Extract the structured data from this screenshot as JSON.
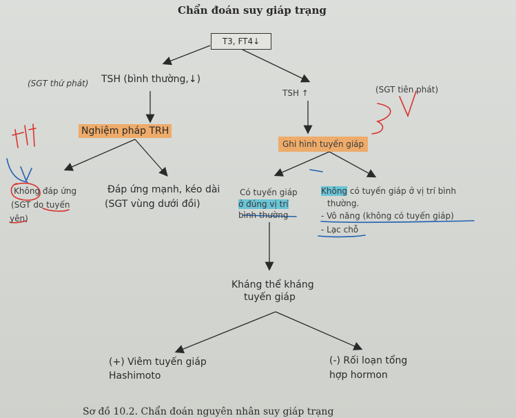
{
  "title": "Chẩn đoán suy giáp trạng",
  "start_node": "T3, FT4↓",
  "left_branch": {
    "tag": "(SGT thứ phát)",
    "label": "TSH (bình thường,↓)"
  },
  "right_branch": {
    "label": "TSH ↑",
    "tag": "(SGT tiên phát)"
  },
  "trh_test": "Nghiệm pháp TRH",
  "trh_outcomes": {
    "no_response": [
      "Không đáp ứng",
      "(SGT do tuyến",
      "yên)"
    ],
    "strong_response": [
      "Đáp ứng mạnh, kéo dài",
      "(SGT vùng dưới đồi)"
    ]
  },
  "imaging": "Ghi hình tuyến giáp",
  "imaging_outcomes": {
    "normal_position": [
      "Có tuyến giáp",
      "ở đúng vị trí",
      "bình thường"
    ],
    "abnormal": {
      "line1_a": "Không",
      "line1_b": " có tuyến giáp ở vị trí bình",
      "line2": "thường.",
      "line3": "- Vô năng (không có tuyến giáp)",
      "line4": "- Lạc chỗ"
    }
  },
  "antibody": [
    "Kháng thể kháng",
    "tuyến giáp"
  ],
  "antibody_outcomes": {
    "positive": [
      "(+) Viêm tuyến giáp",
      "Hashimoto"
    ],
    "negative": [
      "(-) Rối loạn tổng",
      "hợp hormon"
    ]
  },
  "caption": "Sơ đồ 10.2. Chẩn đoán nguyên nhân suy giáp trạng",
  "colors": {
    "highlight_orange": "#f49e4c",
    "highlight_blue": "#46bed7",
    "pen_red": "#d8312c",
    "pen_blue": "#1f5fb0"
  }
}
